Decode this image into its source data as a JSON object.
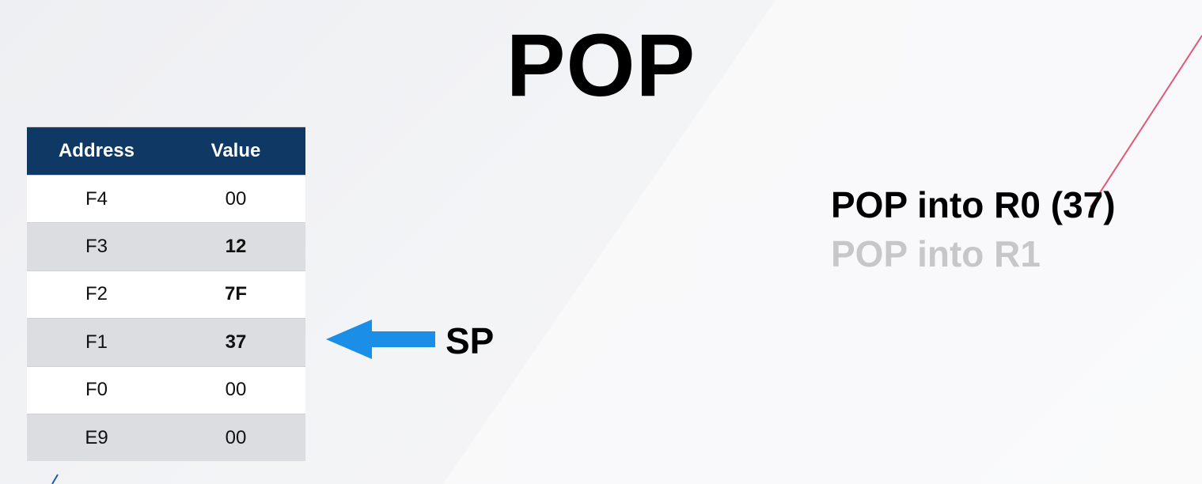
{
  "title": "POP",
  "table": {
    "headers": [
      "Address",
      "Value"
    ],
    "rows": [
      {
        "address": "F4",
        "value": "00",
        "value_bold": false
      },
      {
        "address": "F3",
        "value": "12",
        "value_bold": true
      },
      {
        "address": "F2",
        "value": "7F",
        "value_bold": true
      },
      {
        "address": "F1",
        "value": "37",
        "value_bold": true
      },
      {
        "address": "F0",
        "value": "00",
        "value_bold": false
      },
      {
        "address": "E9",
        "value": "00",
        "value_bold": false
      }
    ]
  },
  "pointer": {
    "label": "SP",
    "points_to_address": "F1",
    "arrow_color": "#1b8fe8"
  },
  "operations": [
    {
      "text": "POP into R0 (37)",
      "state": "active"
    },
    {
      "text": "POP into R1",
      "state": "pending"
    }
  ],
  "colors": {
    "header_bg": "#0f3964",
    "row_alt": "#dcdde1",
    "pending_text": "#c7c7ca",
    "accent_line": "#e05a78"
  }
}
